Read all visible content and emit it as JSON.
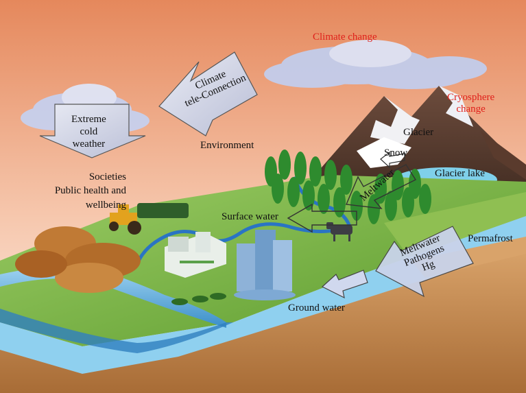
{
  "labels": {
    "climate_change": "Climate change",
    "cryosphere_change_1": "Cryosphere",
    "cryosphere_change_2": "change",
    "climate_tele_1": "Climate",
    "climate_tele_2": "tele-Connection",
    "extreme_1": "Extreme",
    "extreme_2": "cold",
    "extreme_3": "weather",
    "environment": "Environment",
    "societies": "Societies",
    "public_health_1": "Public health and",
    "public_health_2": "wellbeing",
    "glacier": "Glacier",
    "snow": "Snow",
    "glacier_lake": "Glacier lake",
    "meltwater": "Meltwater",
    "surface_water": "Surface water",
    "permafrost": "Permafrost",
    "meltwater_2": "Meltwater",
    "pathogens": "Pathogens",
    "hg": "Hg",
    "ground_water": "Ground water"
  },
  "colors": {
    "sky_top": "#e8956a",
    "sky_bottom": "#fbe9df",
    "highlight_text": "#e0201a",
    "arrow_fill": "#cfd3e6",
    "water": "#6fb6df",
    "grass": "#7cb342",
    "soil": "#c8915a"
  }
}
